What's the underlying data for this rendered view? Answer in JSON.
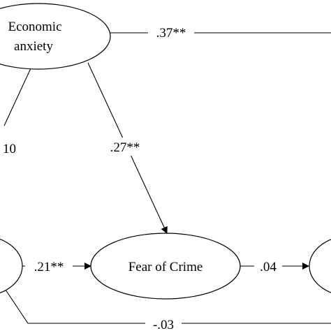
{
  "nodes": {
    "economic_anxiety": {
      "line1": "Economic",
      "line2": "anxiety"
    },
    "fear_of_crime": {
      "label": "Fear of Crime"
    }
  },
  "paths": {
    "econ_to_right": ".37**",
    "econ_to_left": "10",
    "econ_to_fear": ".27**",
    "left_to_fear": ".21**",
    "fear_to_right": ".04",
    "left_to_right": "-.03"
  }
}
